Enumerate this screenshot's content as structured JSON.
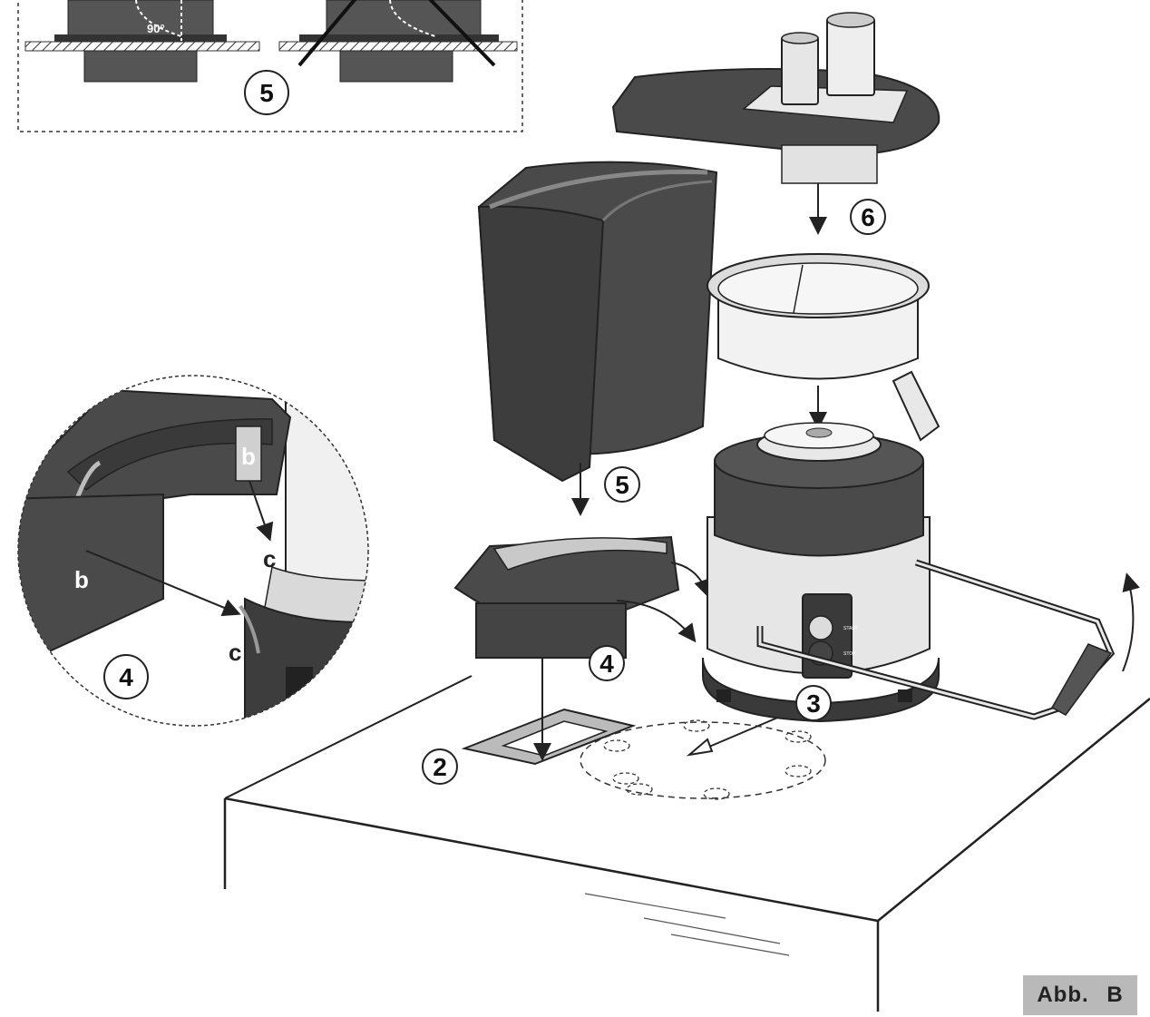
{
  "figure": {
    "label": "Abb.  B"
  },
  "inset_top": {
    "step_label": "5",
    "angle_label": "90°"
  },
  "inset_detail": {
    "step_label": "4",
    "letters": [
      "b",
      "b",
      "c",
      "c"
    ]
  },
  "steps": {
    "lid": "6",
    "pulp_container": "5",
    "spout_tray": "4",
    "drain_hole": "2",
    "base_holes": "3"
  },
  "control_panel": {
    "button_top": "START",
    "button_bottom": "STOP"
  },
  "colors": {
    "dark_plastic": "#4a4a4a",
    "mid_grey": "#8a8a8a",
    "light_grey": "#e4e4e4",
    "outline": "#222222",
    "label_bg": "#b9b9b9"
  }
}
